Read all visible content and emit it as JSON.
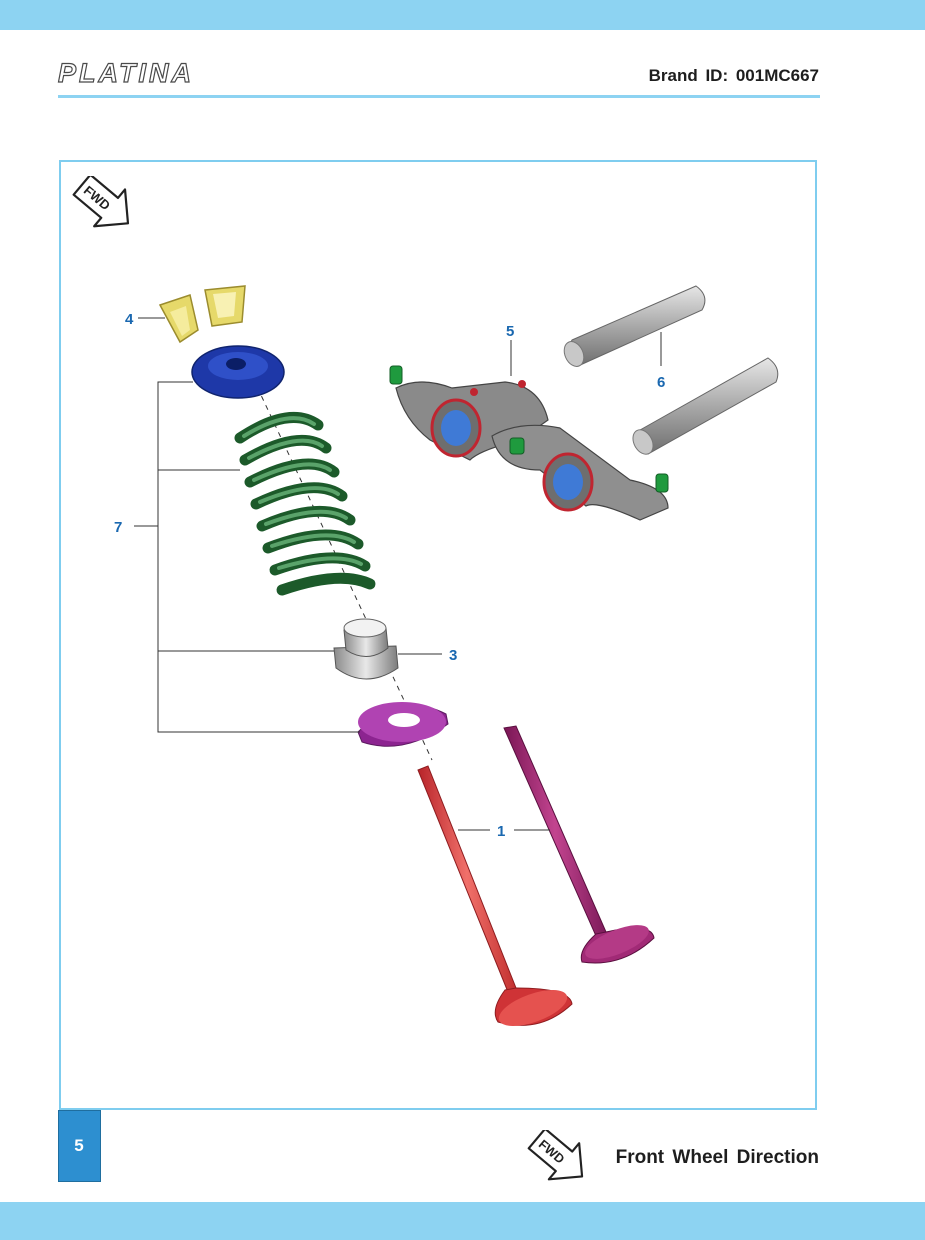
{
  "header": {
    "logo_text": "PLATINA",
    "brand_id": "Brand ID: 001MC667"
  },
  "diagram": {
    "fwd_badge": "FWD",
    "callouts": [
      {
        "id": "c1",
        "label": "1"
      },
      {
        "id": "c3",
        "label": "3"
      },
      {
        "id": "c4",
        "label": "4"
      },
      {
        "id": "c5",
        "label": "5"
      },
      {
        "id": "c6",
        "label": "6"
      },
      {
        "id": "c7",
        "label": "7"
      }
    ]
  },
  "footer": {
    "page_number": "5",
    "fwd_badge": "FWD",
    "legend_text": "Front Wheel Direction"
  },
  "colors": {
    "band": "#8dd3f2",
    "frame": "#7fcdef",
    "callout": "#1a68b0",
    "page_box": "#2d8fd0"
  }
}
